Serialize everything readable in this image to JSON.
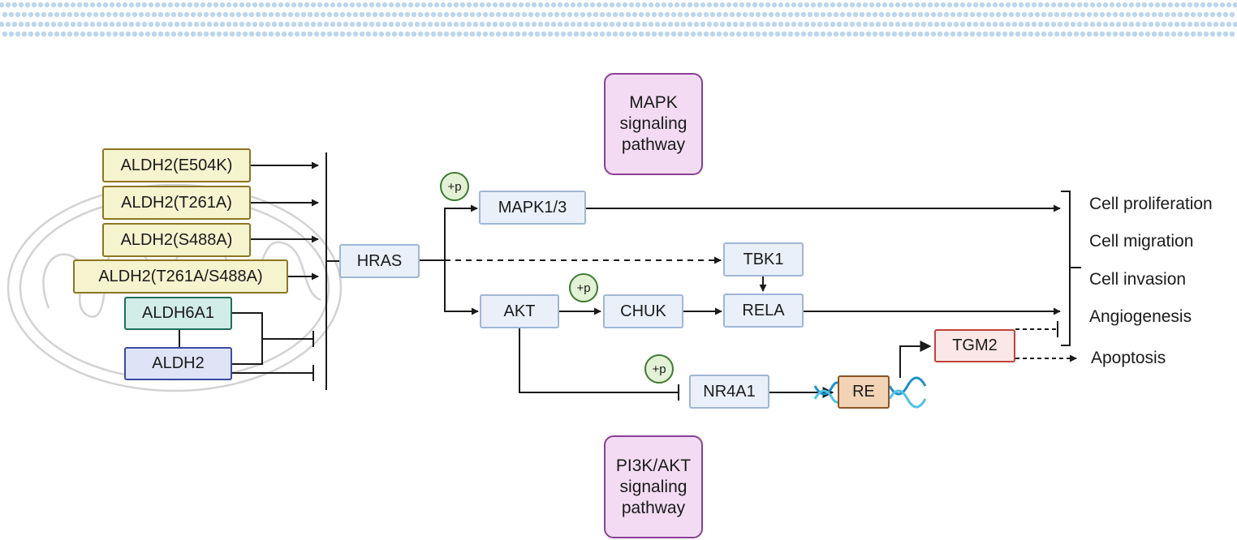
{
  "nodes": {
    "aldh2_e504k": "ALDH2(E504K)",
    "aldh2_t261a": "ALDH2(T261A)",
    "aldh2_s488a": "ALDH2(S488A)",
    "aldh2_t261a_s488a": "ALDH2(T261A/S488A)",
    "aldh6a1": "ALDH6A1",
    "aldh2": "ALDH2",
    "hras": "HRAS",
    "mapk13": "MAPK1/3",
    "tbk1": "TBK1",
    "akt": "AKT",
    "chuk": "CHUK",
    "rela": "RELA",
    "nr4a1": "NR4A1",
    "re": "RE",
    "tgm2": "TGM2"
  },
  "pathways": {
    "mapk": "MAPK\nsignaling\npathway",
    "pi3k": "PI3K/AKT\nsignaling\npathway"
  },
  "phosphorylation_label": "+p",
  "outcomes": {
    "proliferation": "Cell proliferation",
    "migration": "Cell migration",
    "invasion": "Cell invasion",
    "angiogenesis": "Angiogenesis",
    "apoptosis": "Apoptosis"
  },
  "colors": {
    "arrow": "#1a1a1a",
    "membrane": "#bcd6ee",
    "mito_outline": "#d2d2d2",
    "dna_strand_a": "#1f8fc9",
    "dna_strand_b": "#4fc2e6"
  }
}
